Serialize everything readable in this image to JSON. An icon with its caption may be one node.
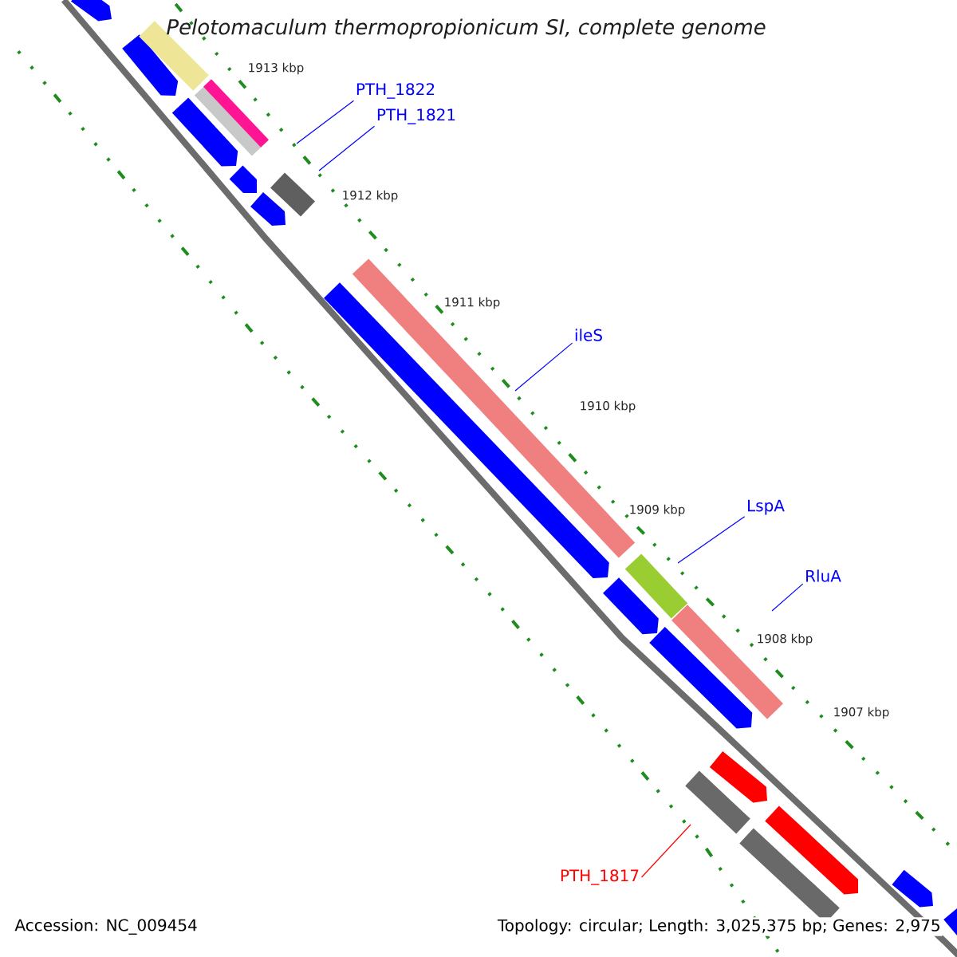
{
  "diagram": {
    "title": "Pelotomaculum thermopropionicum SI, complete genome",
    "nodes": [
      {
        "text": [
          "PTH_1822"
        ]
      },
      {
        "text": [
          "PTH_1821"
        ]
      },
      {
        "text": [
          "ileS"
        ]
      },
      {
        "text": [
          "LspA"
        ]
      },
      {
        "text": [
          "RluA"
        ]
      },
      {
        "text": [
          "PTH_1817"
        ]
      }
    ],
    "edges": [
      {
        "from": 0,
        "to": null,
        "arrow": "none"
      },
      {
        "from": 1,
        "to": null,
        "arrow": "none"
      },
      {
        "from": 2,
        "to": null,
        "arrow": "none"
      },
      {
        "from": 3,
        "to": null,
        "arrow": "none"
      },
      {
        "from": 4,
        "to": null,
        "arrow": "none"
      },
      {
        "from": 5,
        "to": null,
        "arrow": "none",
        "color": "#ff0000"
      }
    ],
    "labels": [
      "1913 kbp",
      "1912 kbp",
      "1911 kbp",
      "1910 kbp",
      "1909 kbp",
      "1908 kbp",
      "1907 kbp",
      "Accession: NC_009454",
      "Topology: circular; Length: 3,025,375 bp; Genes: 2,975"
    ]
  }
}
